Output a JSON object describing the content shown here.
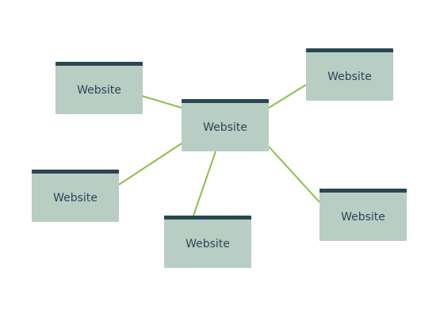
{
  "colors": {
    "connector": "#8cc04b",
    "box_fill": "#b8cdc4",
    "box_header": "#2a4752",
    "label": "#2a4752"
  },
  "nodes": {
    "center": {
      "label": "Website"
    },
    "top_left": {
      "label": "Website"
    },
    "top_right": {
      "label": "Website"
    },
    "left": {
      "label": "Website"
    },
    "bottom": {
      "label": "Website"
    },
    "bottom_right": {
      "label": "Website"
    }
  }
}
